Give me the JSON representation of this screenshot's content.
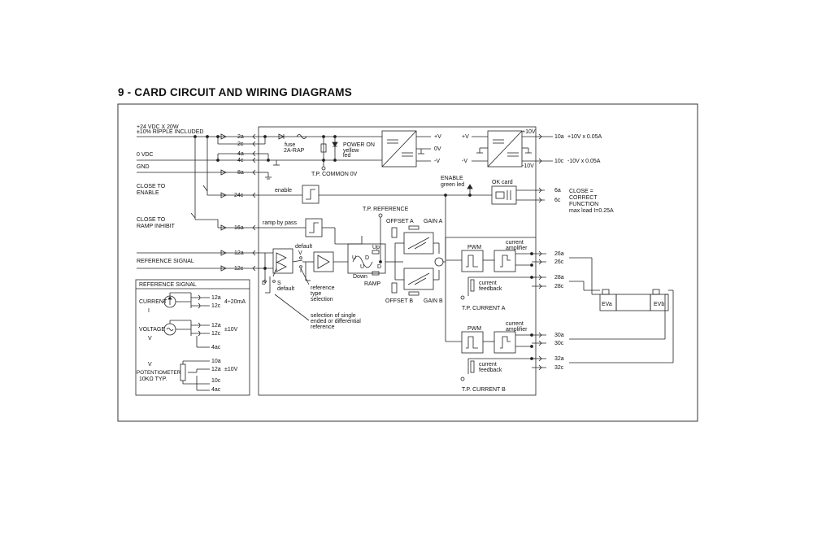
{
  "title": "9 - CARD CIRCUIT AND WIRING DIAGRAMS",
  "left_labels": {
    "supply": "+24 VDC X 20W",
    "ripple": "±10% RIPPLE INCLUDED",
    "vdc0": "0 VDC",
    "gnd": "GND",
    "close_to": "CLOSE TO",
    "enable": "ENABLE",
    "close_to2": "CLOSE TO",
    "ramp_inhibit": "RAMP INHIBIT",
    "reference_signal": "REFERENCE SIGNAL"
  },
  "terminals": {
    "t2a": "2a",
    "t2c": "2c",
    "t4a": "4a",
    "t4c": "4c",
    "t8a": "8a",
    "t24c": "24c",
    "t16a": "16a",
    "t12a": "12a",
    "t12c": "12c",
    "t10a": "10a",
    "t10c": "10c",
    "t6a": "6a",
    "t6c": "6c",
    "t26a": "26a",
    "t26c": "26c",
    "t28a": "28a",
    "t28c": "28c",
    "t30a": "30a",
    "t30c": "30c",
    "t32a": "32a",
    "t32c": "32c"
  },
  "internal": {
    "fuse": "fuse",
    "fuse_rating": "2A-RAP",
    "power_on": "POWER ON",
    "yellow": "yellow",
    "led": "led",
    "tp_common": "T.P. COMMON 0V",
    "plus_v": "+V",
    "zero_v": "0V",
    "minus_v": "-V",
    "plus_v2": "+V",
    "minus_v2": "-V",
    "plus10": "+10V",
    "minus10": "-10V",
    "out10a": "+10V  x 0.05A",
    "out10c": "-10V  x 0.05A",
    "enable": "enable",
    "ramp_by_pass": "ramp by pass",
    "enable_led": "ENABLE",
    "green_led": "green led",
    "ok_card": "OK card",
    "close_eq": "CLOSE =",
    "correct": "CORRECT",
    "function": "FUNCTION",
    "max_load": "max load I=0.25A",
    "tp_reference": "T.P. REFERENCE",
    "offset_a": "OFFSET A",
    "gain_a": "GAIN A",
    "offset_b": "OFFSET B",
    "gain_b": "GAIN B",
    "default1": "default",
    "v": "V",
    "i": "I",
    "d": "D",
    "s": "S",
    "default2": "default",
    "ref_type1": "reference",
    "ref_type2": "type",
    "ref_type3": "selection",
    "sel1": "selection of single",
    "sel2": "ended or differential",
    "sel3": "reference",
    "up": "Up",
    "down": "Down",
    "ramp": "RAMP",
    "u1": "U",
    "d1": "D",
    "u2": "U",
    "d2": "D",
    "pwm_a": "PWM",
    "pwm_b": "PWM",
    "ca_a1": "current",
    "ca_a2": "amplifier",
    "ca_b1": "current",
    "ca_b2": "amplifier",
    "cf_a1": "current",
    "cf_a2": "feedback",
    "cf_b1": "current",
    "cf_b2": "feedback",
    "tp_current_a": "T.P. CURRENT A",
    "tp_current_b": "T.P. CURRENT B",
    "eva": "EVa",
    "evb": "EVb"
  },
  "ref_box": {
    "title": "REFERENCE SIGNAL",
    "current": "CURRENT",
    "current_sym": "I",
    "voltage": "VOLTAGE",
    "voltage_sym": "V",
    "pot_v": "V",
    "potentiometer": "POTENTIOMETER",
    "pot_value": "10KΩ TYP.",
    "c12a": "12a",
    "c12c": "12c",
    "c_range": "4÷20mA",
    "v12a": "12a",
    "v12c": "12c",
    "v_range": "±10V",
    "v4ac": "4ac",
    "p10a": "10a",
    "p12a": "12a",
    "p_range": "±10V",
    "p10c": "10c",
    "p4ac": "4ac"
  }
}
